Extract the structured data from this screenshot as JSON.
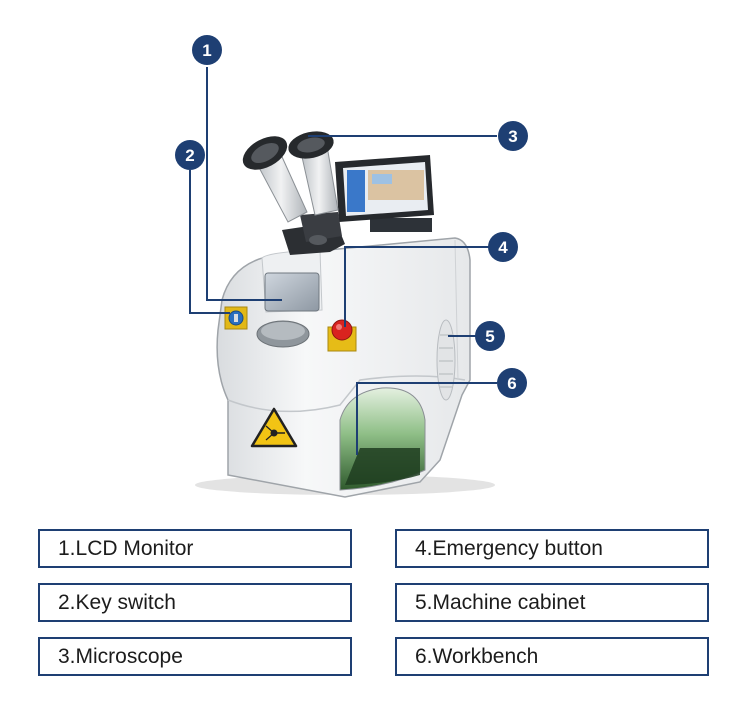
{
  "callouts": [
    {
      "number": "1",
      "label": "LCD Monitor"
    },
    {
      "number": "2",
      "label": "Key switch"
    },
    {
      "number": "3",
      "label": "Microscope"
    },
    {
      "number": "4",
      "label": "Emergency button"
    },
    {
      "number": "5",
      "label": "Machine cabinet"
    },
    {
      "number": "6",
      "label": "Workbench"
    }
  ],
  "legend": [
    "1.LCD Monitor",
    "2.Key switch",
    "3.Microscope",
    "4.Emergency button",
    "5.Machine cabinet",
    "6.Workbench"
  ],
  "colors": {
    "callout": "#1e3f73",
    "leader": "#1e3f73",
    "legend_border": "#1e3f73",
    "warning_yellow": "#f2c414",
    "emergency_red": "#d9231f",
    "workbench_green": "#4f8a4a"
  }
}
